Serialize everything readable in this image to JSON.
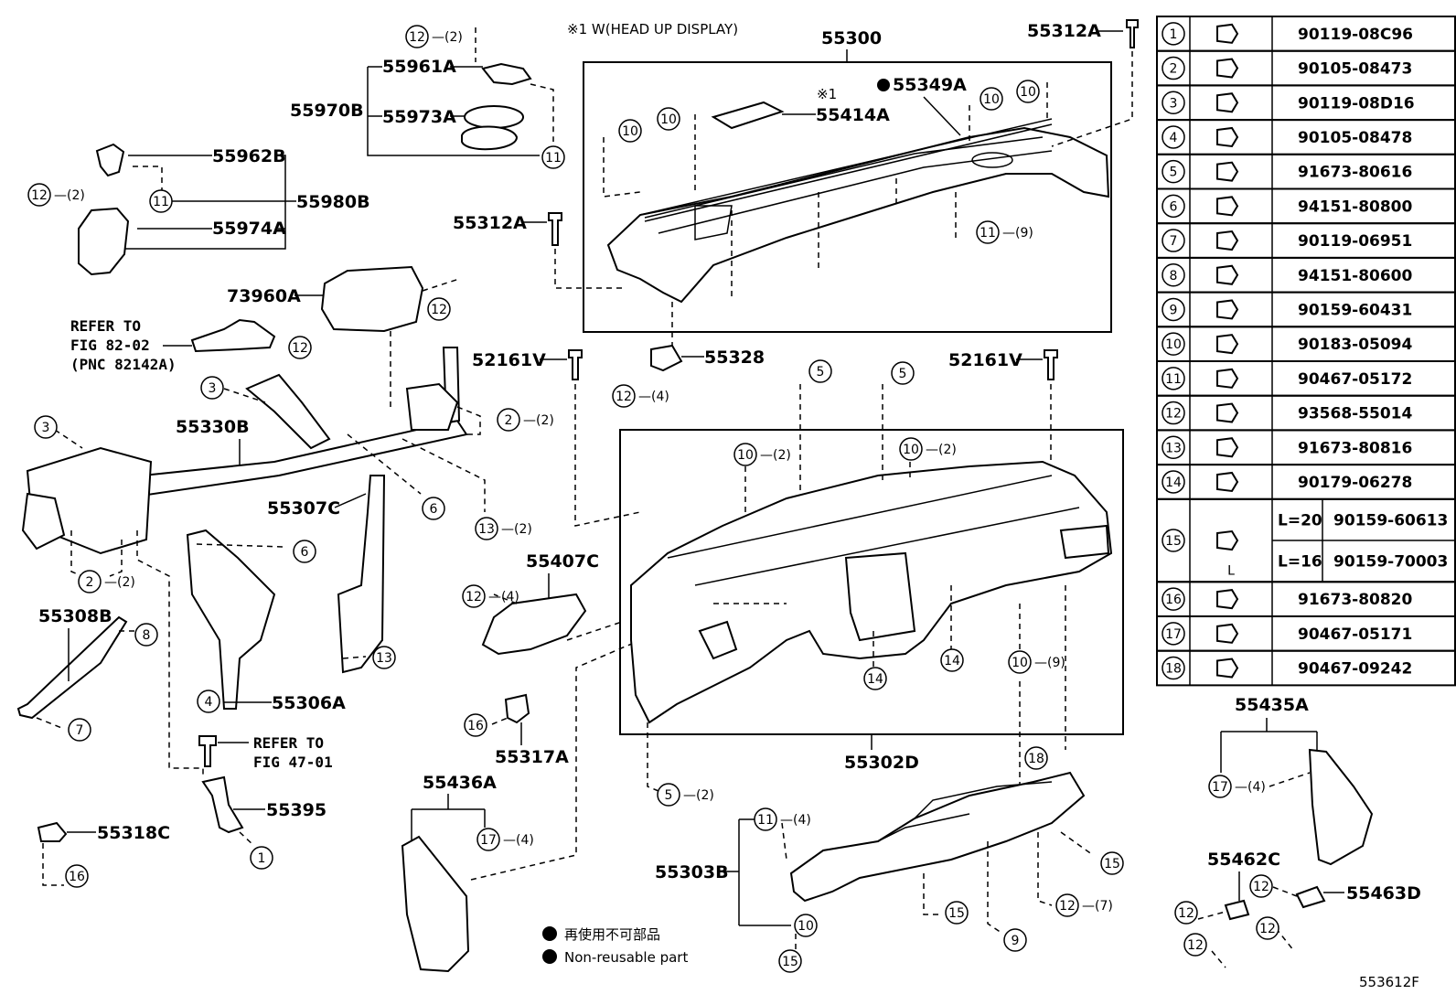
{
  "diagram_code": "553612F",
  "head_up_note": "※1  W(HEAD UP DISPLAY)",
  "asterisk_mark": "※1",
  "legend": {
    "ja": "再使用不可部品",
    "en": "Non-reusable part"
  },
  "refer_notes": [
    {
      "line1": "REFER TO",
      "line2": "FIG 82-02",
      "line3": "(PNC 82142A)"
    },
    {
      "line1": "REFER TO",
      "line2": "FIG 47-01"
    }
  ],
  "part_labels": {
    "p55300": "55300",
    "p55312A_top": "55312A",
    "p55312A_mid": "55312A",
    "p55349A": "55349A",
    "p55414A": "55414A",
    "p55961A": "55961A",
    "p55970B": "55970B",
    "p55973A": "55973A",
    "p55962B": "55962B",
    "p55980B": "55980B",
    "p55974A": "55974A",
    "p73960A": "73960A",
    "p52161V_l": "52161V",
    "p52161V_r": "52161V",
    "p55328": "55328",
    "p55330B": "55330B",
    "p55307C": "55307C",
    "p55407C": "55407C",
    "p55308B": "55308B",
    "p55306A": "55306A",
    "p55317A": "55317A",
    "p55395": "55395",
    "p55318C": "55318C",
    "p55436A": "55436A",
    "p55302D": "55302D",
    "p55303B": "55303B",
    "p55435A": "55435A",
    "p55462C": "55462C",
    "p55463D": "55463D"
  },
  "callouts": [
    {
      "n": "12",
      "q": "(2)"
    },
    {
      "n": "11",
      "q": ""
    },
    {
      "n": "12",
      "q": "(2)"
    },
    {
      "n": "11",
      "q": ""
    },
    {
      "n": "10",
      "q": ""
    },
    {
      "n": "10",
      "q": ""
    },
    {
      "n": "10",
      "q": ""
    },
    {
      "n": "10",
      "q": ""
    },
    {
      "n": "11",
      "q": "(9)"
    },
    {
      "n": "12",
      "q": ""
    },
    {
      "n": "12",
      "q": ""
    },
    {
      "n": "12",
      "q": "(4)"
    },
    {
      "n": "3",
      "q": ""
    },
    {
      "n": "3",
      "q": ""
    },
    {
      "n": "2",
      "q": "(2)"
    },
    {
      "n": "6",
      "q": ""
    },
    {
      "n": "13",
      "q": "(2)"
    },
    {
      "n": "6",
      "q": ""
    },
    {
      "n": "2",
      "q": "(2)"
    },
    {
      "n": "8",
      "q": ""
    },
    {
      "n": "7",
      "q": ""
    },
    {
      "n": "4",
      "q": ""
    },
    {
      "n": "13",
      "q": ""
    },
    {
      "n": "1",
      "q": ""
    },
    {
      "n": "16",
      "q": ""
    },
    {
      "n": "12",
      "q": "(4)"
    },
    {
      "n": "16",
      "q": ""
    },
    {
      "n": "17",
      "q": "(4)"
    },
    {
      "n": "5",
      "q": ""
    },
    {
      "n": "5",
      "q": ""
    },
    {
      "n": "10",
      "q": "(2)"
    },
    {
      "n": "10",
      "q": "(2)"
    },
    {
      "n": "14",
      "q": ""
    },
    {
      "n": "14",
      "q": ""
    },
    {
      "n": "10",
      "q": "(9)"
    },
    {
      "n": "5",
      "q": "(2)"
    },
    {
      "n": "18",
      "q": ""
    },
    {
      "n": "11",
      "q": "(4)"
    },
    {
      "n": "10",
      "q": ""
    },
    {
      "n": "15",
      "q": ""
    },
    {
      "n": "15",
      "q": ""
    },
    {
      "n": "15",
      "q": ""
    },
    {
      "n": "12",
      "q": "(7)"
    },
    {
      "n": "9",
      "q": ""
    },
    {
      "n": "17",
      "q": "(4)"
    },
    {
      "n": "12",
      "q": ""
    },
    {
      "n": "12",
      "q": ""
    },
    {
      "n": "12",
      "q": ""
    },
    {
      "n": "12",
      "q": ""
    }
  ],
  "fastener_table": [
    {
      "n": "1",
      "part": "90119-08C96"
    },
    {
      "n": "2",
      "part": "90105-08473"
    },
    {
      "n": "3",
      "part": "90119-08D16"
    },
    {
      "n": "4",
      "part": "90105-08478"
    },
    {
      "n": "5",
      "part": "91673-80616"
    },
    {
      "n": "6",
      "part": "94151-80800"
    },
    {
      "n": "7",
      "part": "90119-06951"
    },
    {
      "n": "8",
      "part": "94151-80600"
    },
    {
      "n": "9",
      "part": "90159-60431"
    },
    {
      "n": "10",
      "part": "90183-05094"
    },
    {
      "n": "11",
      "part": "90467-05172"
    },
    {
      "n": "12",
      "part": "93568-55014"
    },
    {
      "n": "13",
      "part": "91673-80816"
    },
    {
      "n": "14",
      "part": "90179-06278"
    },
    {
      "n": "15",
      "variants": [
        {
          "len": "L=20",
          "part": "90159-60613"
        },
        {
          "len": "L=16",
          "part": "90159-70003"
        }
      ],
      "dim": "L"
    },
    {
      "n": "16",
      "part": "91673-80820"
    },
    {
      "n": "17",
      "part": "90467-05171"
    },
    {
      "n": "18",
      "part": "90467-09242"
    }
  ]
}
